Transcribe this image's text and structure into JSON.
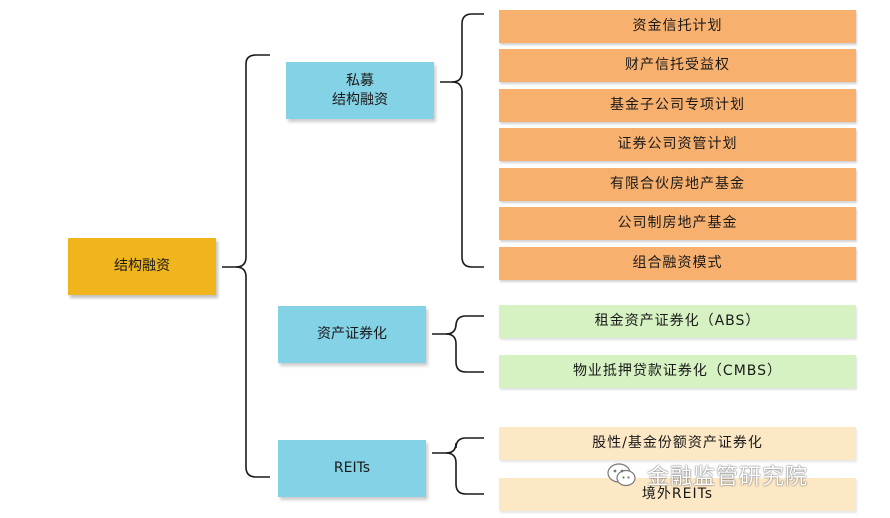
{
  "root": {
    "label": "结构融资",
    "color": "#f0b51d"
  },
  "categories": [
    {
      "label": "私募\n结构融资",
      "color": "#84d2e5"
    },
    {
      "label": "资产证券化",
      "color": "#84d2e5"
    },
    {
      "label": "REITs",
      "color": "#84d2e5"
    }
  ],
  "private_items": [
    "资金信托计划",
    "财产信托受益权",
    "基金子公司专项计划",
    "证券公司资管计划",
    "有限合伙房地产基金",
    "公司制房地产基金",
    "组合融资模式"
  ],
  "abs_items": [
    "租金资产证券化（ABS）",
    "物业抵押贷款证券化（CMBS）"
  ],
  "reits_items": [
    "股性/基金份额资产证券化",
    "境外REITs"
  ],
  "watermark": {
    "text": "金融监管研究院",
    "icon": "wechat-icon"
  },
  "colors": {
    "private_item": "#f8b06f",
    "abs_item": "#d6f1c2",
    "reits_item": "#fde8c6",
    "bracket": "#1a1a1a"
  }
}
